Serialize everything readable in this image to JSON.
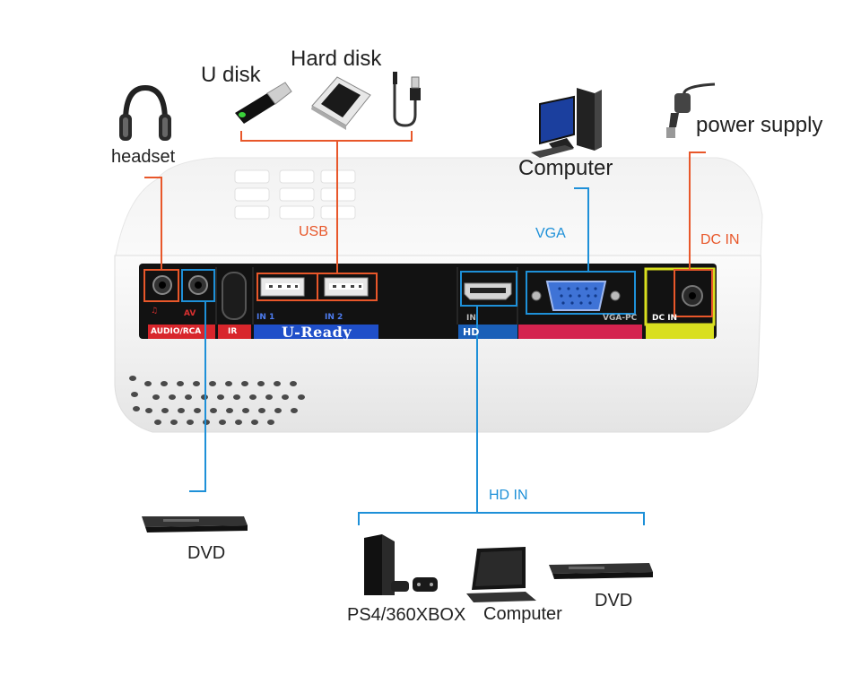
{
  "devices": {
    "headset": "headset",
    "u_disk": "U disk",
    "hard_disk": "Hard disk",
    "computer_top": "Computer",
    "power_supply": "power supply",
    "dvd_left": "DVD",
    "ps4": "PS4/360XBOX",
    "computer_bottom": "Computer",
    "dvd_right": "DVD"
  },
  "connection_tags": {
    "usb": "USB",
    "vga": "VGA",
    "dc_in": "DC IN",
    "hd_in": "HD IN"
  },
  "panel_labels": {
    "audio_rca": "AUDIO/RCA",
    "av": "AV",
    "ir": "IR",
    "in1": "IN 1",
    "in2": "IN 2",
    "u_ready": "U-Ready",
    "hdmi_in": "IN",
    "hd_logo": "HD",
    "vga_pc": "VGA-PC",
    "dc_in": "DC IN"
  },
  "colors": {
    "orange_line": "#e8572a",
    "blue_line": "#1e90d8",
    "audio_strip": "#d8262c",
    "uready_strip": "#1f4fc9",
    "hdmi_strip": "#1a5fb8",
    "vga_strip": "#d4234f",
    "dc_strip": "#d9df1f",
    "panel_black": "#121212",
    "projector_body": "#f4f4f4"
  },
  "icons": [
    "headphones-icon",
    "usb-stick-icon",
    "hard-disk-icon",
    "usb-cable-icon",
    "desktop-computer-icon",
    "power-plug-icon",
    "dvd-player-icon",
    "game-console-icon",
    "laptop-icon"
  ]
}
